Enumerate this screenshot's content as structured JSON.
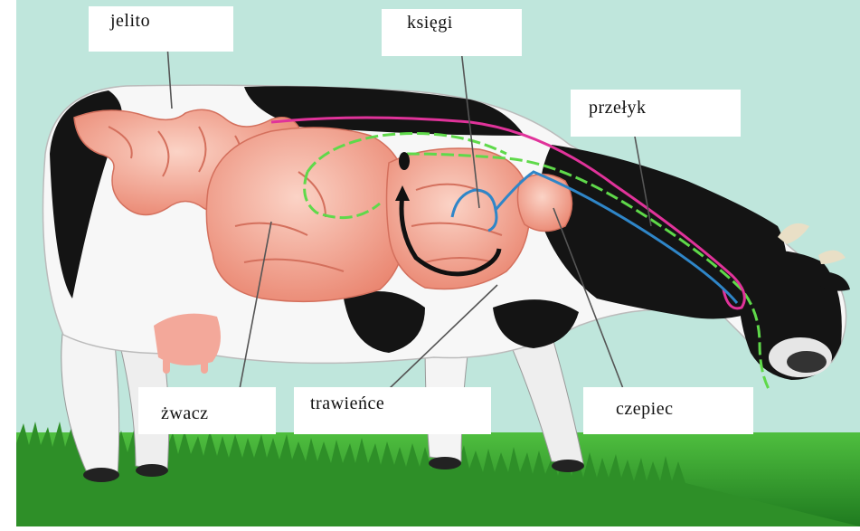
{
  "labels": {
    "jelito": "jelito",
    "ksiegi": "księgi",
    "przelyk": "przełyk",
    "zwacz": "żwacz",
    "trawienice": "trawieńce",
    "czepiec": "czepiec"
  },
  "colors": {
    "sky": "#bfe6dc",
    "grass": "#2f9a2c",
    "organ": "#f0a795",
    "green_path": "#5fd94a",
    "blue_path": "#2f86c8",
    "magenta_path": "#e0339a",
    "black_path": "#111111"
  }
}
